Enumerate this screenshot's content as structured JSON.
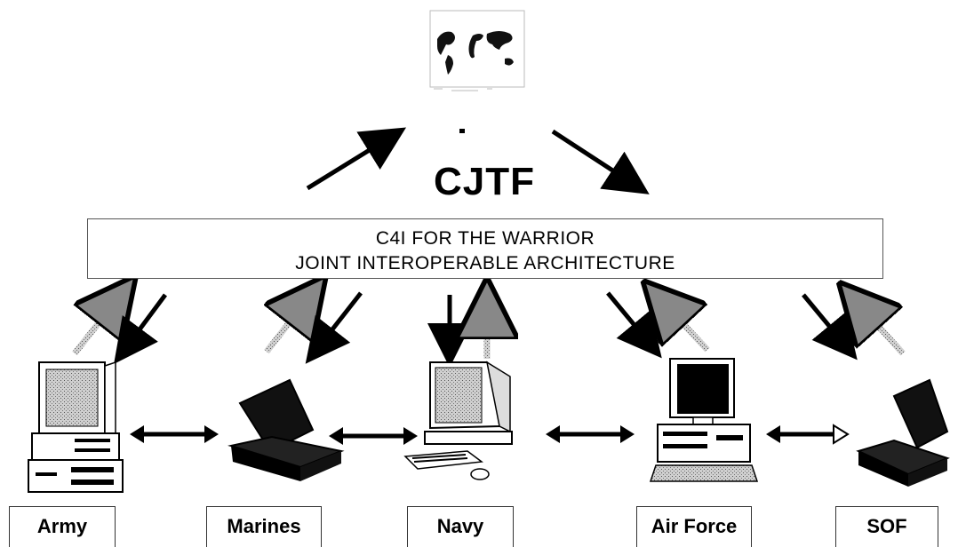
{
  "diagram": {
    "title": "CJTF",
    "banner": {
      "line1": "C4I FOR THE WARRIOR",
      "line2": "JOINT INTEROPERABLE ARCHITECTURE"
    },
    "nodes": [
      {
        "label": "Army",
        "icon": "desktop-tower-icon"
      },
      {
        "label": "Marines",
        "icon": "laptop-icon"
      },
      {
        "label": "Navy",
        "icon": "workstation-icon"
      },
      {
        "label": "Air Force",
        "icon": "desktop-computer-icon"
      },
      {
        "label": "SOF",
        "icon": "laptop-icon"
      }
    ],
    "top_icon": "world-map-icon"
  }
}
